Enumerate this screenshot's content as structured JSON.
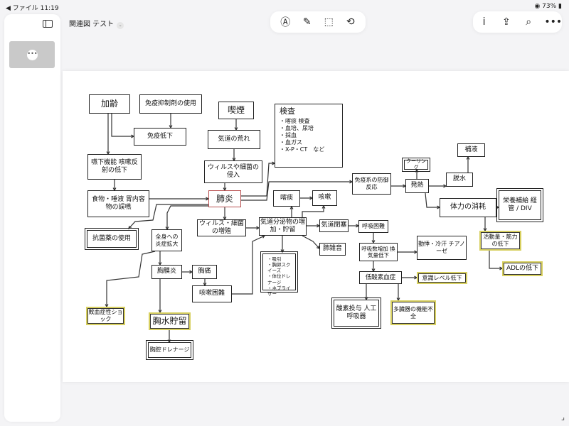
{
  "status": {
    "back_label": "◀ ファイル",
    "time": "11:19",
    "battery": "73%"
  },
  "document": {
    "title": "関連図 テスト"
  },
  "sidebar": {
    "thumbnail_more": "•••"
  },
  "toolbar": {
    "pen": "Ⓐ",
    "markup": "✎",
    "select": "⬚",
    "rotate": "⟲"
  },
  "toolbar_right": {
    "info": "i",
    "share": "⇪",
    "search": "⌕",
    "more": "•••"
  },
  "nodes": {
    "aging": "加齢",
    "immunosuppressant": "免疫抑制剤の使用",
    "immune_decline": "免疫低下",
    "smoking": "喫煙",
    "airway_damage": "気道の荒れ",
    "pathogen_invasion": "ウィルスや細菌の侵入",
    "exam_title": "検査",
    "exam_items": [
      "・喀痰 検査",
      "・血培、尿培",
      "・採血",
      "・血ガス",
      "・X-P・CT　など"
    ],
    "swallow_decline": "嚥下機能 咳嗽反射の低下",
    "aspiration": "食物・唾液 胃内容物の誤嚥",
    "pneumonia": "肺炎",
    "antibiotics": "抗菌薬の使用",
    "pathogen_growth": "ウィルス・細菌の増殖",
    "secretion": "気道分泌物の増加・貯留",
    "sputum": "喀痰",
    "cough": "咳嗽",
    "airway_obstruction": "気道閉塞",
    "lung_noise": "肺雑音",
    "care_items": [
      "・吸引",
      "・胸郭スクイーズ",
      "・体位ドレナージ",
      "・ネブライザー"
    ],
    "inflammation_spread": "全身への炎症拡大",
    "pleurisy": "胸膜炎",
    "chest_pain": "胸痛",
    "cough_difficulty": "咳嗽困難",
    "septic_shock": "敗血症性ショック",
    "pleural_effusion": "胸水貯留",
    "chest_drainage": "胸腔ドレナージ",
    "immune_response": "免疫系の防御反応",
    "fever": "発熱",
    "cooling": "クーリング",
    "dehydration": "脱水",
    "fluid": "補液",
    "exhaustion": "体力の消耗",
    "nutrition": "栄養補給 経管 / DIV",
    "activity_decline": "活動量・筋力の低下",
    "adl_decline": "ADLの低下",
    "dyspnea": "呼吸困難",
    "resp_rate": "呼吸数増加 換気量低下",
    "palpitation": "動悸・冷汗 チアノーゼ",
    "hypoxemia": "低酸素血症",
    "consciousness": "意識レベル低下",
    "oxygen": "酸素投与 人工呼吸器",
    "organ_failure": "多臓器の機能不全"
  }
}
